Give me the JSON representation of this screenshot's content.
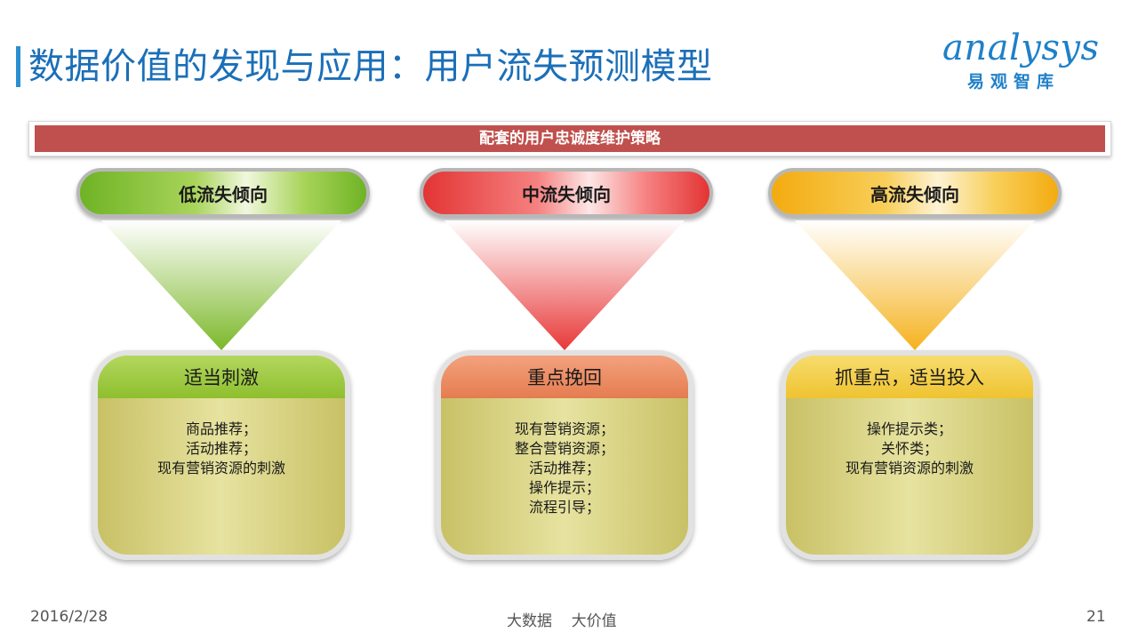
{
  "slide": {
    "title": "数据价值的发现与应用：用户流失预测模型",
    "accent_color": "#1b6fb8"
  },
  "logo": {
    "name_en": "analysys",
    "name_cn": "易观智库"
  },
  "strategy": {
    "label": "配套的用户忠诚度维护策略",
    "color": "#c0504d"
  },
  "columns": {
    "low": {
      "tendency": "低流失倾向",
      "color": "#8ebf2e",
      "action": "适当刺激",
      "measures": [
        "商品推荐；",
        "活动推荐；",
        "现有营销资源的刺激"
      ]
    },
    "mid": {
      "tendency": "中流失倾向",
      "color": "#e33434",
      "action": "重点挽回",
      "measures": [
        "现有营销资源；",
        "整合营销资源；",
        "活动推荐；",
        "操作提示；",
        "流程引导；"
      ]
    },
    "high": {
      "tendency": "高流失倾向",
      "color": "#f3ab10",
      "action": "抓重点，适当投入",
      "measures": [
        "操作提示类；",
        "关怀类；",
        "现有营销资源的刺激"
      ]
    }
  },
  "footer": {
    "date": "2016/2/28",
    "slogan": "大数据    大价值",
    "page_number": "21"
  }
}
